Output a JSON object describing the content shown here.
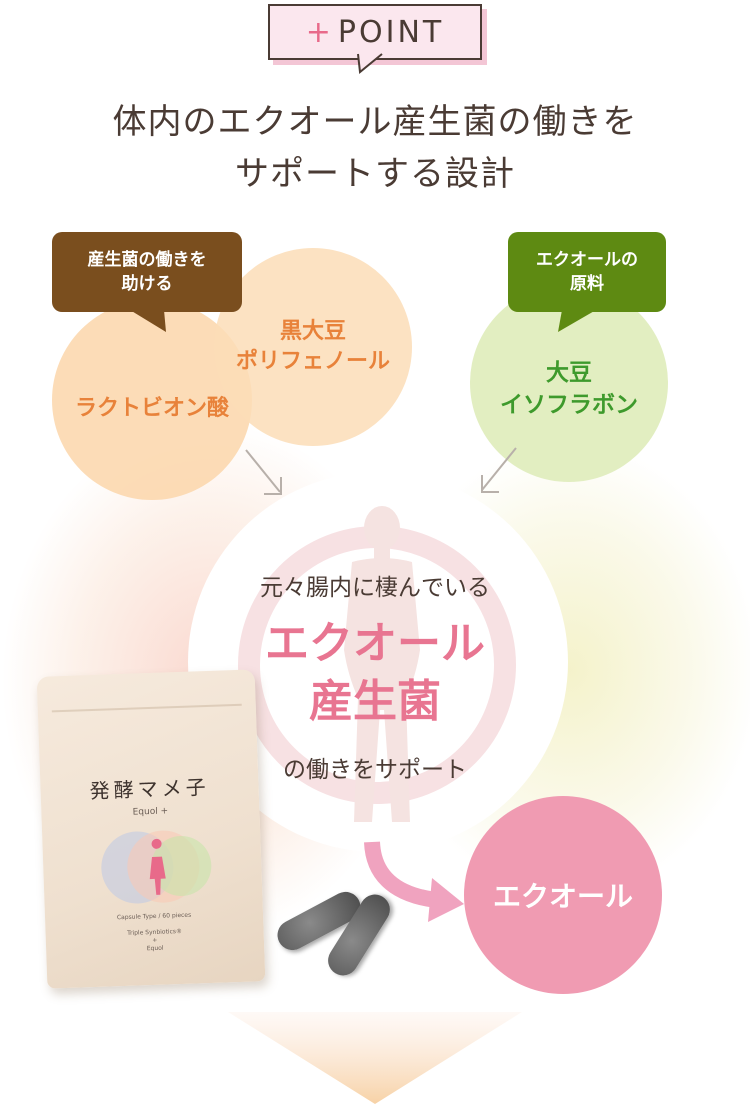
{
  "badge": {
    "plus": "+",
    "label": "POINT"
  },
  "headline": {
    "line1": "体内のエクオール産生菌の働きを",
    "line2": "サポートする設計"
  },
  "callouts": {
    "left": {
      "line1": "産生菌の働きを",
      "line2": "助ける",
      "color": "#7a4e1e"
    },
    "right": {
      "line1": "エクオールの",
      "line2": "原料",
      "color": "#5e8a12"
    }
  },
  "ingredients": {
    "lactobion": {
      "label": "ラクトビオン酸",
      "color": "#e8823a"
    },
    "soy_poly": {
      "line1": "黒大豆",
      "line2": "ポリフェノール",
      "color": "#e8823a"
    },
    "isoflavone": {
      "line1": "大豆",
      "line2": "イソフラボン",
      "color": "#3e9a2c"
    }
  },
  "center": {
    "lead": "元々腸内に棲んでいる",
    "title1": "エクオール",
    "title2": "産生菌",
    "tail": "の働きをサポート",
    "accent": "#e87591"
  },
  "result": {
    "label": "エクオール",
    "color": "#f09bb2"
  },
  "product": {
    "name": "発酵マメ子",
    "sub": "Equol +",
    "caption": "Capsule Type / 60 pieces",
    "small1": "Triple Synbiotics®",
    "small2": "+",
    "small3": "Equol"
  }
}
